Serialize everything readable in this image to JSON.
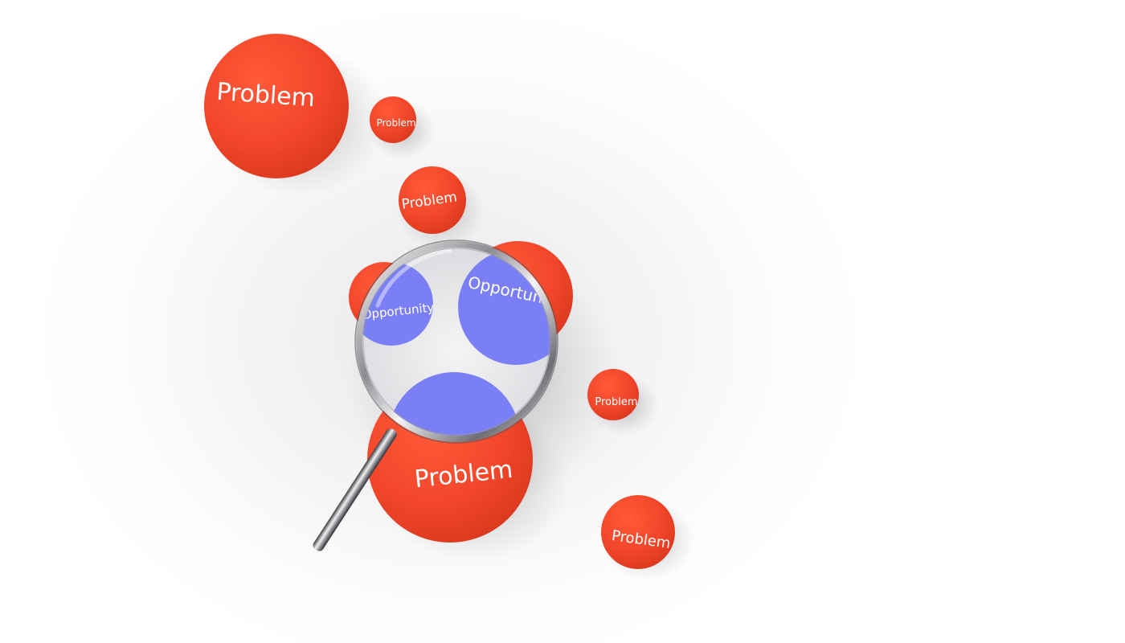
{
  "colors": {
    "ball": "#f2462a",
    "ball_highlight": "#ff6a4c",
    "lens_ball": "#7b7ff5",
    "lens_bg": "#e6e7ea",
    "ring": "#c8c8cc",
    "handle": "#b9b9bd"
  },
  "balls": [
    {
      "label": "Problem"
    },
    {
      "label": "Problem"
    },
    {
      "label": "Problem"
    },
    {
      "label": "Problem"
    },
    {
      "label": "Problem"
    },
    {
      "label": "Problem"
    }
  ],
  "lens": {
    "items": [
      {
        "label": "Opportunity"
      },
      {
        "label": "Opportunity"
      }
    ]
  },
  "icons": [
    "magnifying-glass-icon"
  ]
}
